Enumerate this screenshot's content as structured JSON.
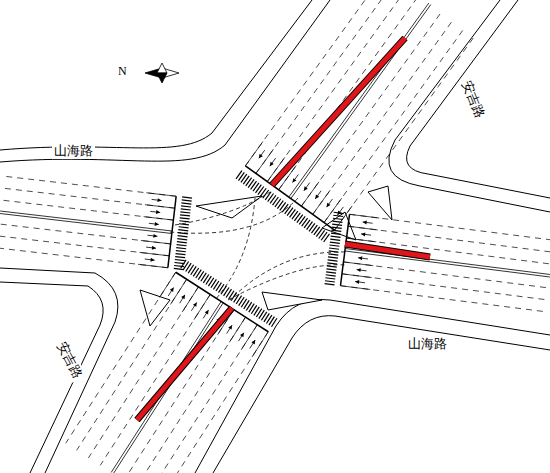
{
  "diagram": {
    "labels": [
      "N",
      "山海路",
      "安吉路",
      "安吉路",
      "山海路"
    ]
  }
}
